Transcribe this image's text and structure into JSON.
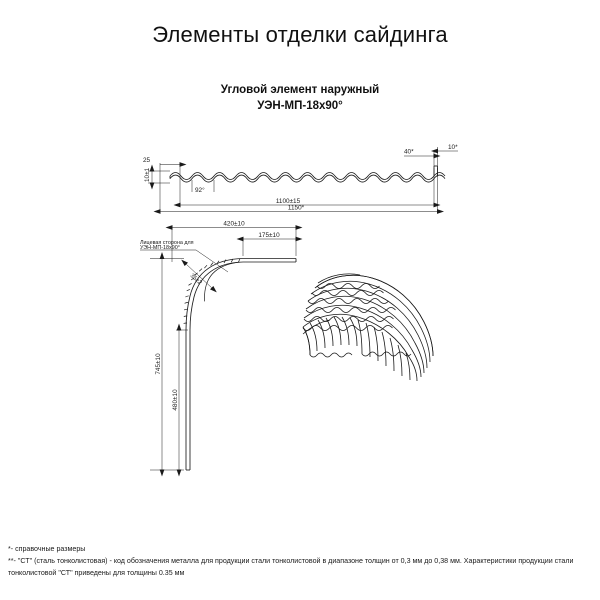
{
  "document": {
    "title": "Элементы отделки сайдинга",
    "subtitle_line1": "Угловой элемент наружный",
    "subtitle_line2": "УЭН-МП-18х90°"
  },
  "top_view": {
    "dim_thickness_offset": "25",
    "dim_wave_height": "10±1",
    "dim_wave_angle": "92°",
    "dim_length_nominal": "1100±15",
    "dim_length_total": "1150*",
    "dim_right_a": "40*",
    "dim_right_b": "10*"
  },
  "side_view": {
    "dim_width_total": "420±10",
    "dim_width_flange": "175±10",
    "dim_radius": "35±2",
    "dim_height_total": "745±10",
    "dim_height_leg": "480±10",
    "callout_line1": "Лицевая сторона для",
    "callout_line2": "УЭН-МП-18х90°"
  },
  "illustration": {
    "label": "isometric-corner-element"
  },
  "footnotes": {
    "note1": "*- справочные размеры",
    "note2": "**- \"СТ\" (сталь тонколистовая) - код обозначения металла для продукции стали тонколистовой в диапазоне толщин от 0,3 мм до 0,38 мм. Характеристики продукции стали тонколистовой \"СТ\" приведены для толщины 0.35 мм"
  },
  "colors": {
    "line": "#1a1a1a",
    "background": "#ffffff",
    "text": "#111111"
  }
}
